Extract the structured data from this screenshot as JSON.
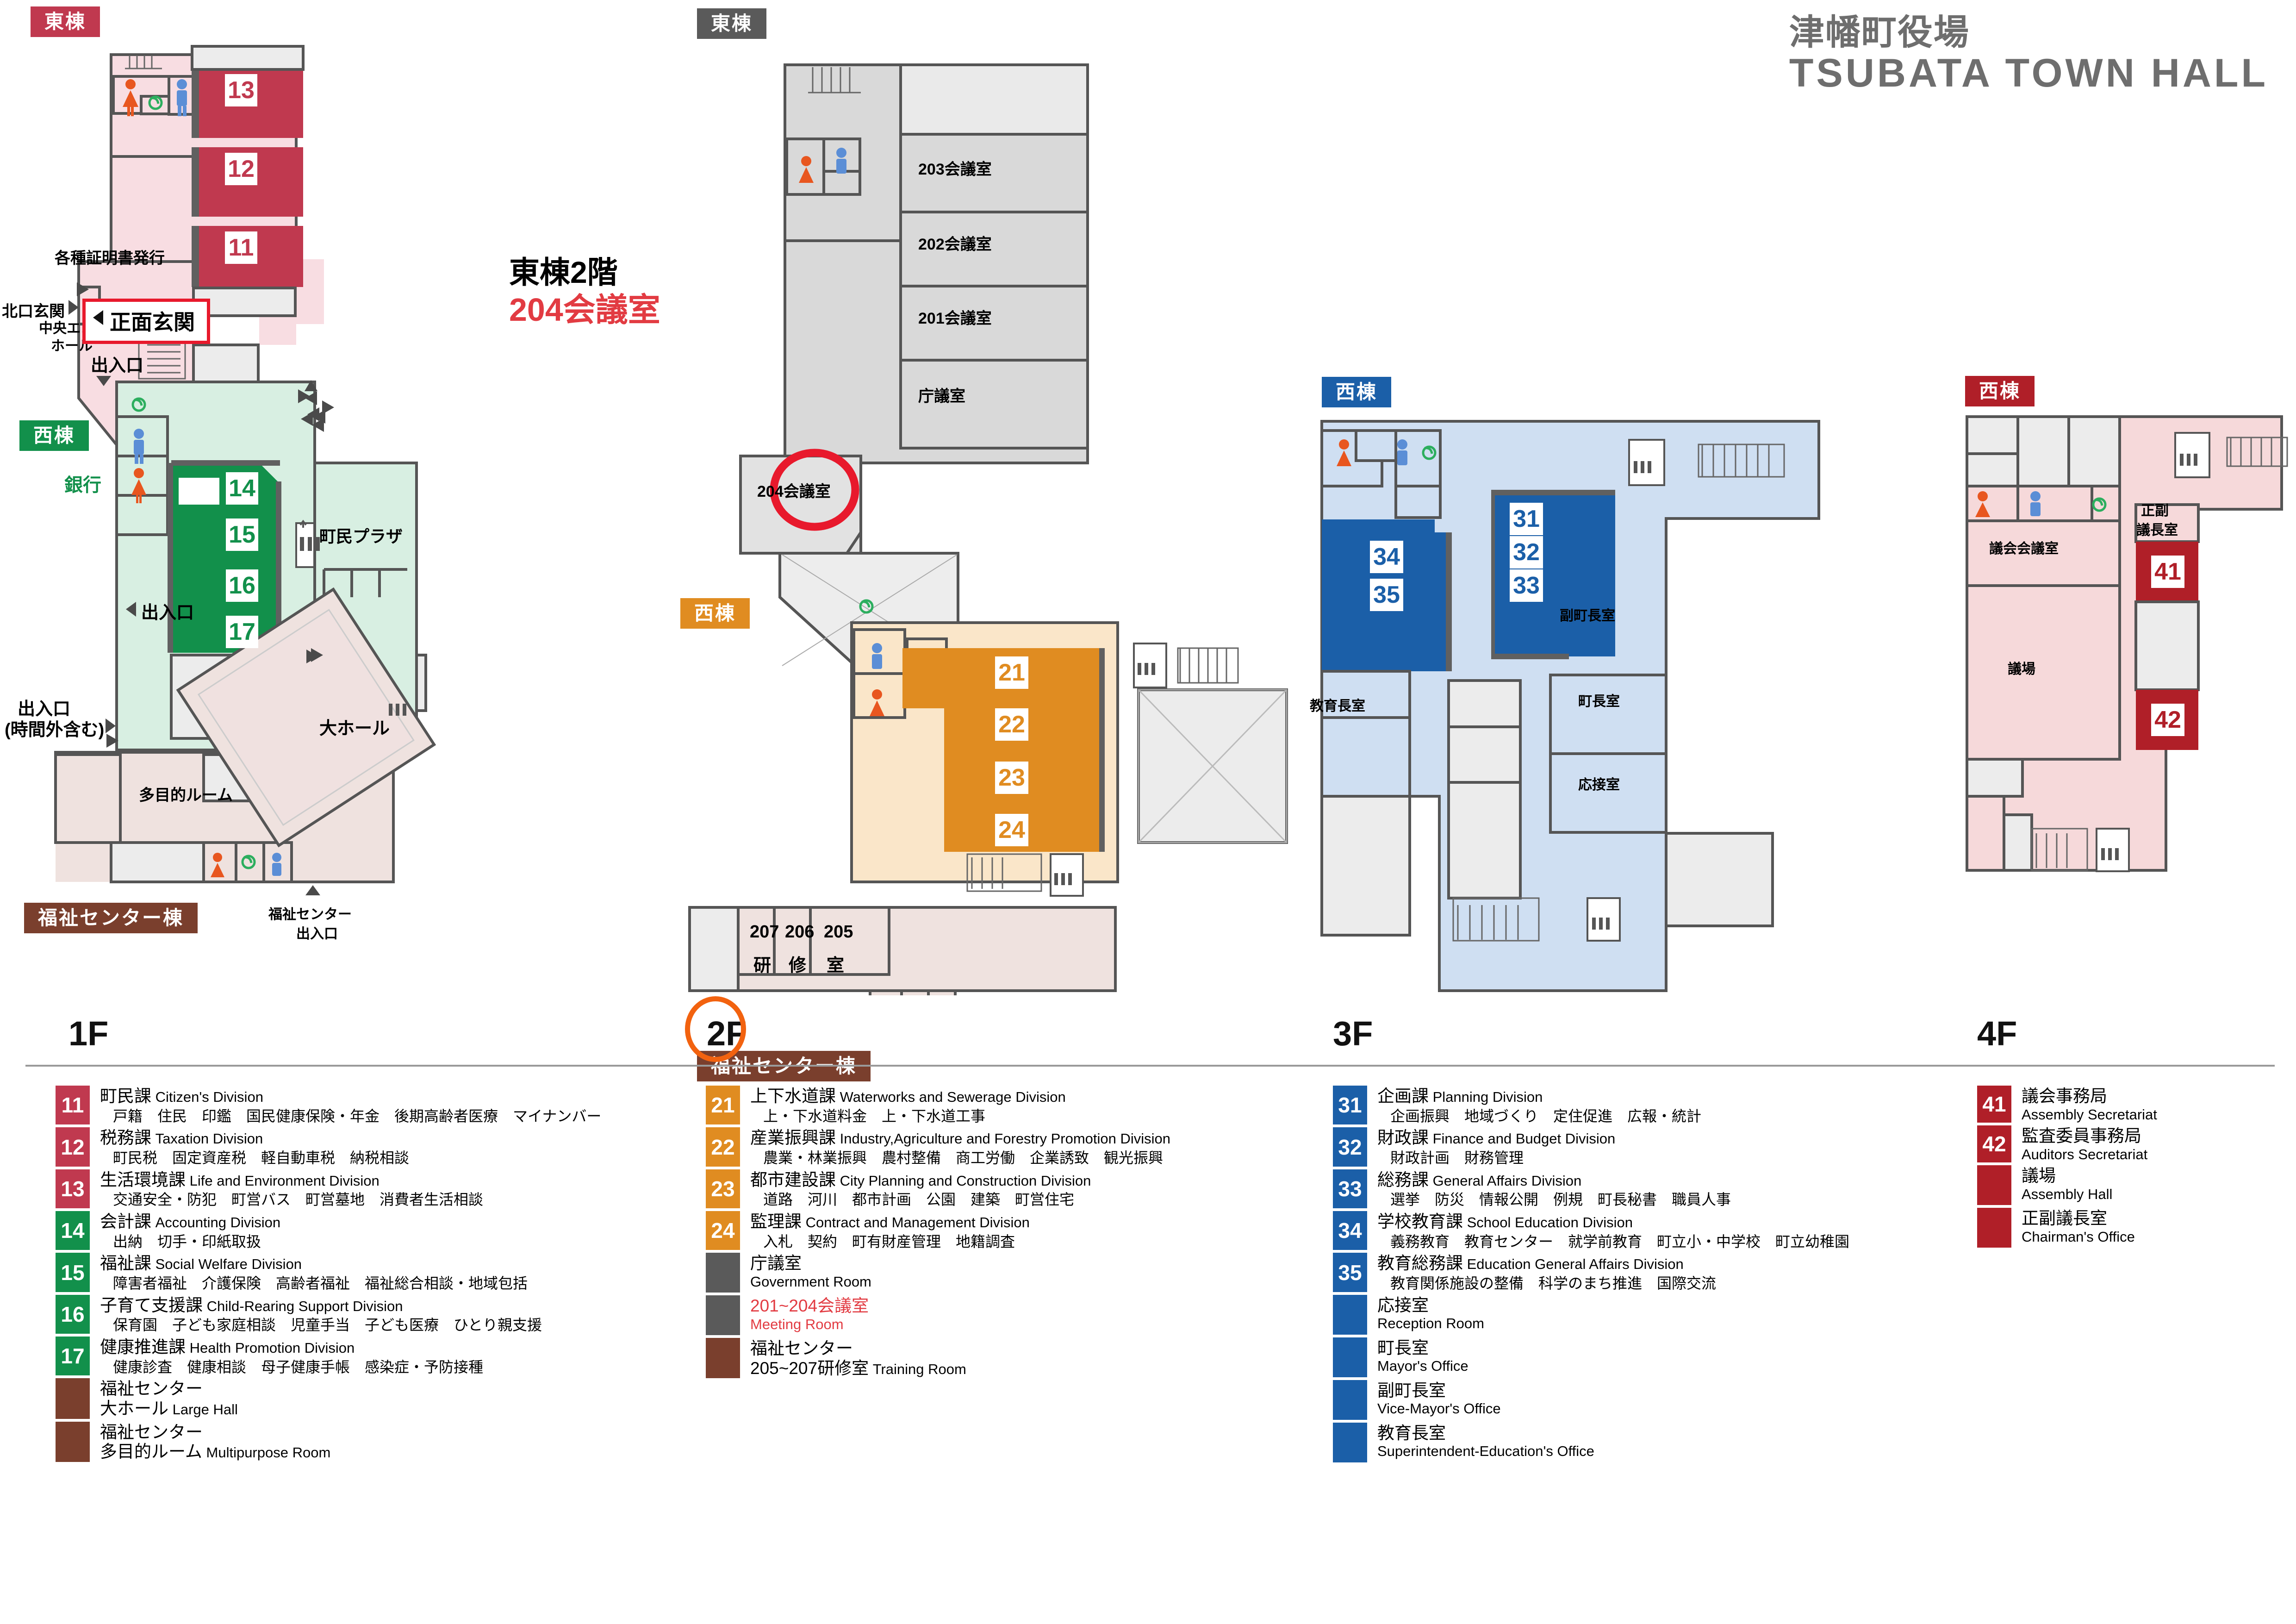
{
  "title": {
    "jp": "津幡町役場",
    "en": "TSUBATA TOWN HALL"
  },
  "wings": {
    "east": "東棟",
    "west": "西棟",
    "welfare_center": "福祉センター棟"
  },
  "callout": {
    "line1": "東棟2階",
    "line2": "204会議室"
  },
  "floor_tags": {
    "f1": "1F",
    "f2": "2F",
    "f3": "3F",
    "f4": "4F"
  },
  "floor1": {
    "annotations": {
      "certificates": "各種証明書発行",
      "north_entrance": "北口玄関",
      "central_entrance_hall_l1": "中央エントランス",
      "central_entrance_hall_l2": "ホール",
      "front_entrance": "正面玄関",
      "exit_top": "出入口",
      "exit_right": "出入口",
      "exit_left_l1": "出入口",
      "exit_left_l2": "(時間外含む)",
      "bank": "銀行",
      "citizen_plaza": "町民プラザ",
      "multipurpose_room": "多目的ルーム",
      "large_hall": "大ホール",
      "welfare_center_exit_l1": "福祉センター",
      "welfare_center_exit_l2": "出入口"
    },
    "room_numbers": [
      "13",
      "12",
      "11",
      "14",
      "15",
      "16",
      "17"
    ]
  },
  "floor2": {
    "annotations": {
      "room203": "203会議室",
      "room202": "202会議室",
      "room201": "201会議室",
      "government_room": "庁議室",
      "room204": "204会議室",
      "r207": "207",
      "r206": "206",
      "r205": "205",
      "k207": "研",
      "k206": "修",
      "k205": "室"
    },
    "room_numbers": [
      "21",
      "22",
      "23",
      "24"
    ]
  },
  "floor3": {
    "annotations": {
      "vice_mayor": "副町長室",
      "mayor": "町長室",
      "reception": "応接室",
      "superintendent": "教育長室"
    },
    "room_numbers": [
      "31",
      "32",
      "33",
      "34",
      "35"
    ]
  },
  "floor4": {
    "annotations": {
      "assembly_meeting_room": "議会会議室",
      "assembly_hall": "議場",
      "chairman_l1": "正副",
      "chairman_l2": "議長室"
    },
    "room_numbers": [
      "41",
      "42"
    ]
  },
  "legend": {
    "f1": [
      {
        "no": "11",
        "color": "c-pink",
        "jp": "町民課",
        "en": "Citizen's Division",
        "sub": "戸籍　住民　印鑑　国民健康保険・年金　後期高齢者医療　マイナンバー"
      },
      {
        "no": "12",
        "color": "c-pink",
        "jp": "税務課",
        "en": "Taxation Division",
        "sub": "町民税　固定資産税　軽自動車税　納税相談"
      },
      {
        "no": "13",
        "color": "c-pink",
        "jp": "生活環境課",
        "en": "Life and Environment Division",
        "sub": "交通安全・防犯　町営バス　町営墓地　消費者生活相談"
      },
      {
        "no": "14",
        "color": "c-green",
        "jp": "会計課",
        "en": "Accounting Division",
        "sub": "出納　切手・印紙取扱"
      },
      {
        "no": "15",
        "color": "c-green",
        "jp": "福祉課",
        "en": "Social Welfare Division",
        "sub": "障害者福祉　介護保険　高齢者福祉　福祉総合相談・地域包括"
      },
      {
        "no": "16",
        "color": "c-green",
        "jp": "子育て支援課",
        "en": "Child-Rearing Support Division",
        "sub": "保育園　子ども家庭相談　児童手当　子ども医療　ひとり親支援"
      },
      {
        "no": "17",
        "color": "c-green",
        "jp": "健康推進課",
        "en": "Health Promotion Division",
        "sub": "健康診査　健康相談　母子健康手帳　感染症・予防接種"
      },
      {
        "no": "",
        "color": "c-brown",
        "jp": "福祉センター",
        "en": "",
        "sub2": "大ホール",
        "sub2en": "Large Hall"
      },
      {
        "no": "",
        "color": "c-brown",
        "jp": "福祉センター",
        "en": "",
        "sub2": "多目的ルーム",
        "sub2en": "Multipurpose Room"
      }
    ],
    "f2": [
      {
        "no": "21",
        "color": "c-orange",
        "jp": "上下水道課",
        "en": "Waterworks and Sewerage Division",
        "sub": "上・下水道料金　上・下水道工事"
      },
      {
        "no": "22",
        "color": "c-orange",
        "jp": "産業振興課",
        "en": "Industry,Agriculture and Forestry Promotion Division",
        "sub": "農業・林業振興　農村整備　商工労働　企業誘致　観光振興"
      },
      {
        "no": "23",
        "color": "c-orange",
        "jp": "都市建設課",
        "en": "City Planning and Construction Division",
        "sub": "道路　河川　都市計画　公園　建築　町営住宅"
      },
      {
        "no": "24",
        "color": "c-orange",
        "jp": "監理課",
        "en": "Contract and Management Division",
        "sub": "入札　契約　町有財産管理　地籍調査"
      },
      {
        "no": "",
        "color": "c-gray",
        "jp": "庁議室",
        "en": "",
        "sub2en": "Government Room"
      },
      {
        "no": "",
        "color": "c-gray",
        "jp": "201~204会議室",
        "en": "",
        "sub2en": "Meeting Room",
        "red": true
      },
      {
        "no": "",
        "color": "c-brown",
        "jp": "福祉センター",
        "en": "",
        "sub2": "205~207研修室",
        "sub2en": "Training Room"
      }
    ],
    "f3": [
      {
        "no": "31",
        "color": "c-blue",
        "jp": "企画課",
        "en": "Planning Division",
        "sub": "企画振興　地域づくり　定住促進　広報・統計"
      },
      {
        "no": "32",
        "color": "c-blue",
        "jp": "財政課",
        "en": "Finance and Budget Division",
        "sub": "財政計画　財務管理"
      },
      {
        "no": "33",
        "color": "c-blue",
        "jp": "総務課",
        "en": "General Affairs Division",
        "sub": "選挙　防災　情報公開　例規　町長秘書　職員人事"
      },
      {
        "no": "34",
        "color": "c-blue",
        "jp": "学校教育課",
        "en": "School Education Division",
        "sub": "義務教育　教育センター　就学前教育　町立小・中学校　町立幼稚園"
      },
      {
        "no": "35",
        "color": "c-blue",
        "jp": "教育総務課",
        "en": "Education General Affairs Division",
        "sub": "教育関係施設の整備　科学のまち推進　国際交流"
      },
      {
        "no": "",
        "color": "c-blue",
        "jp": "応接室",
        "en": "",
        "sub2en": "Reception Room"
      },
      {
        "no": "",
        "color": "c-blue",
        "jp": "町長室",
        "en": "",
        "sub2en": "Mayor's Office"
      },
      {
        "no": "",
        "color": "c-blue",
        "jp": "副町長室",
        "en": "",
        "sub2en": "Vice-Mayor's Office"
      },
      {
        "no": "",
        "color": "c-blue",
        "jp": "教育長室",
        "en": "",
        "sub2en": "Superintendent-Education's Office"
      }
    ],
    "f4": [
      {
        "no": "41",
        "color": "c-dred",
        "jp": "議会事務局",
        "en": "",
        "sub2en": "Assembly Secretariat"
      },
      {
        "no": "42",
        "color": "c-dred",
        "jp": "監査委員事務局",
        "en": "",
        "sub2en": "Auditors Secretariat"
      },
      {
        "no": "",
        "color": "c-dred",
        "jp": "議場",
        "en": "",
        "sub2en": "Assembly Hall"
      },
      {
        "no": "",
        "color": "c-dred",
        "jp": "正副議長室",
        "en": "",
        "sub2en": "Chairman's Office"
      }
    ]
  }
}
